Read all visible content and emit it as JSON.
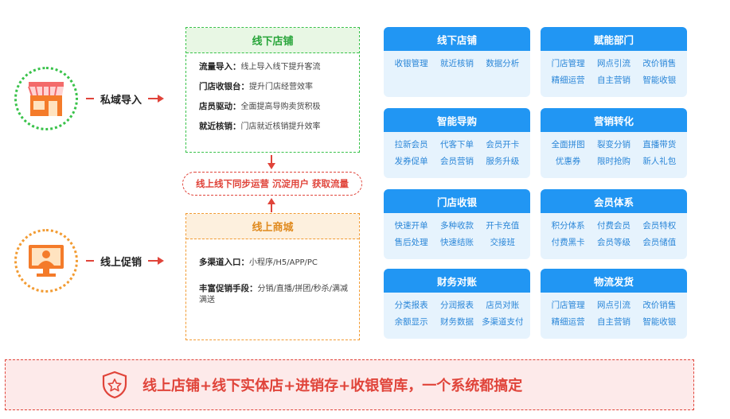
{
  "left": {
    "private": {
      "label": "私域导入"
    },
    "online": {
      "label": "线上促销"
    }
  },
  "offline_box": {
    "title": "线下店铺",
    "rows": [
      {
        "key": "流量导入：",
        "text": "线上导入线下提升客流"
      },
      {
        "key": "门店收银台：",
        "text": "提升门店经营效率"
      },
      {
        "key": "店员驱动：",
        "text": "全面提高导购卖货积极"
      },
      {
        "key": "就近核销：",
        "text": "门店就近核销提升效率"
      }
    ]
  },
  "sync": {
    "text": "线上线下同步运营  沉淀用户  获取流量"
  },
  "online_box": {
    "title": "线上商城",
    "rows": [
      {
        "key": "多渠道入口：",
        "text": "小程序/H5/APP/PC"
      },
      {
        "key": "丰富促销手段：",
        "text": "分销/直播/拼团/秒杀/满减满送"
      }
    ]
  },
  "cards": [
    {
      "title": "线下店铺",
      "items": [
        "收银管理",
        "就近核销",
        "数据分析"
      ]
    },
    {
      "title": "赋能部门",
      "items": [
        "门店管理",
        "网点引流",
        "改价销售",
        "精细运营",
        "自主营销",
        "智能收银"
      ]
    },
    {
      "title": "智能导购",
      "items": [
        "拉新会员",
        "代客下单",
        "会员开卡",
        "发券促单",
        "会员营销",
        "服务升级"
      ]
    },
    {
      "title": "营销转化",
      "items": [
        "全面拼图",
        "裂变分销",
        "直播带货",
        "优惠券",
        "限时抢购",
        "新人礼包"
      ]
    },
    {
      "title": "门店收银",
      "items": [
        "快速开单",
        "多种收款",
        "开卡充值",
        "售后处理",
        "快速结账",
        "交接班"
      ]
    },
    {
      "title": "会员体系",
      "items": [
        "积分体系",
        "付费会员",
        "会员特权",
        "付费黑卡",
        "会员等级",
        "会员储值"
      ]
    },
    {
      "title": "财务对账",
      "items": [
        "分类报表",
        "分润报表",
        "店员对账",
        "余额显示",
        "财务数据",
        "多渠道支付"
      ]
    },
    {
      "title": "物流发货",
      "items": [
        "门店管理",
        "网点引流",
        "改价销售",
        "精细运营",
        "自主营销",
        "智能收银"
      ]
    }
  ],
  "banner": {
    "text": "线上店铺+线下实体店+进销存+收银管库，一个系统都搞定"
  },
  "icons": {
    "private": "storefront-icon",
    "online": "monitor-user-icon",
    "banner": "shield-star-icon"
  }
}
